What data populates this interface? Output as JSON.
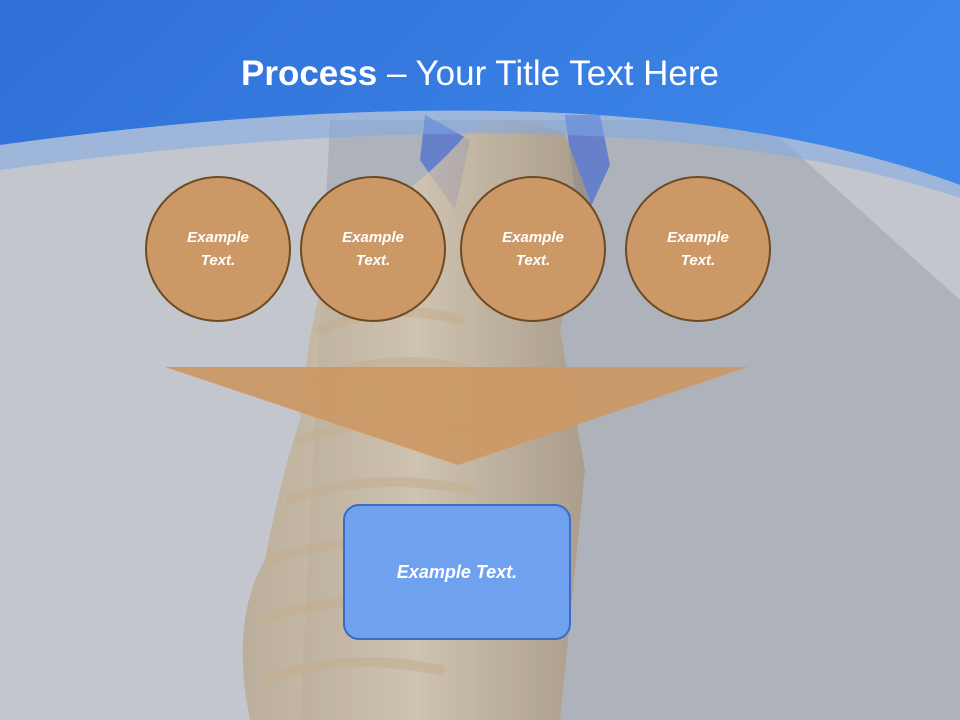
{
  "title": {
    "bold": "Process",
    "rest": " – Your Title Text Here"
  },
  "circles": [
    {
      "text": "Example Text."
    },
    {
      "text": "Example Text."
    },
    {
      "text": "Example Text."
    },
    {
      "text": "Example Text."
    }
  ],
  "result": {
    "text": "Example Text."
  },
  "colors": {
    "header_blue": "#3a7ee0",
    "circle_fill": "#cc9966",
    "funnel_fill": "#cc9966",
    "box_fill": "#6fa1ef"
  }
}
